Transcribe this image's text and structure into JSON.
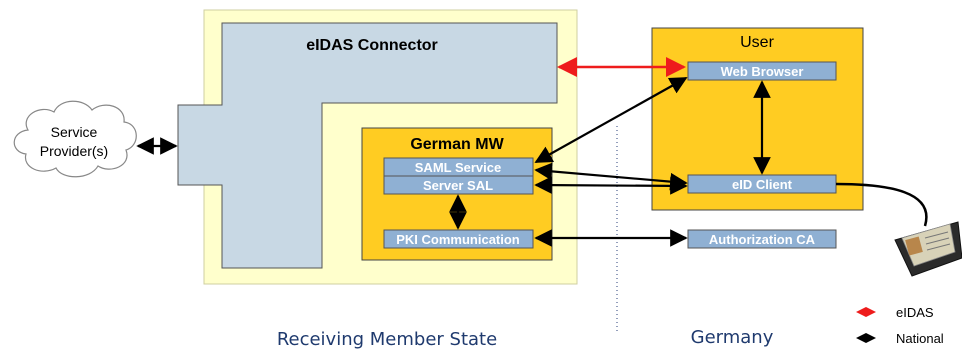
{
  "connector": {
    "title": "eIDAS Connector"
  },
  "german_mw": {
    "title": "German MW"
  },
  "saml_service": {
    "label": "SAML Service"
  },
  "server_sal": {
    "label": "Server SAL"
  },
  "pki_communication": {
    "label": "PKI Communication"
  },
  "user": {
    "title": "User"
  },
  "web_browser": {
    "label": "Web Browser"
  },
  "eid_client": {
    "label": "eID Client"
  },
  "authorization_ca": {
    "label": "Authorization CA"
  },
  "service_provider": {
    "line1": "Service",
    "line2": "Provider(s)"
  },
  "regions": {
    "receiving": "Receiving Member State",
    "germany": "Germany"
  },
  "legend": {
    "items": [
      {
        "label": "eIDAS",
        "color": "#ee1c1c"
      },
      {
        "label": "National",
        "color": "#000000"
      }
    ]
  },
  "colors": {
    "cream": "#ffffcc",
    "gold": "#ffcc22",
    "steel_blue": "#8fb0d3",
    "light_steel": "#c8d8e4"
  }
}
